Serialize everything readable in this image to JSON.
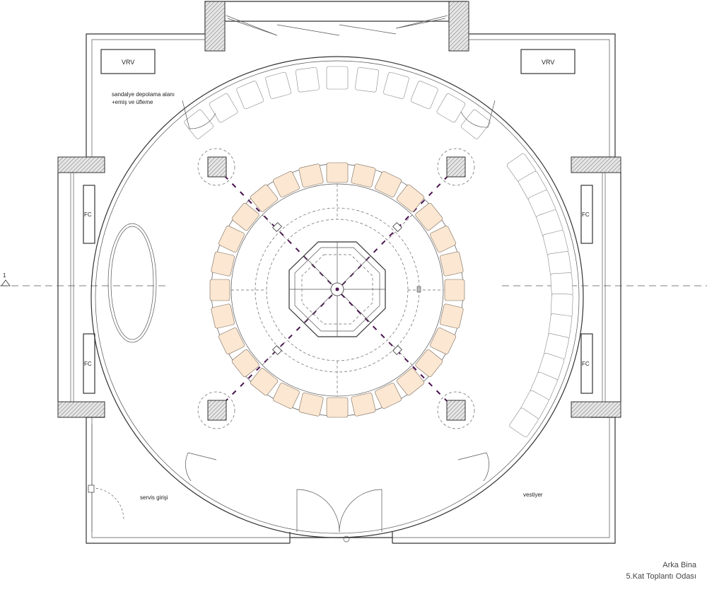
{
  "labels": {
    "vrv_left": "VRV",
    "vrv_right": "VRV",
    "storage_line1": "sandalye depolama alanı",
    "storage_line2": "+emiş ve üfleme",
    "fc_top_left": "FC",
    "fc_bottom_left": "FC",
    "fc_top_right": "FC",
    "fc_bottom_right": "FC",
    "service_entrance": "servis girişi",
    "cloakroom": "vestiyer",
    "section_mark": "1"
  },
  "title_block": {
    "line1": "Arka Bina",
    "line2": "5.Kat Toplantı Odası"
  },
  "colors": {
    "wall": "#333333",
    "chair_fill": "#fbe7d2",
    "axis_purple": "#4b1250"
  }
}
